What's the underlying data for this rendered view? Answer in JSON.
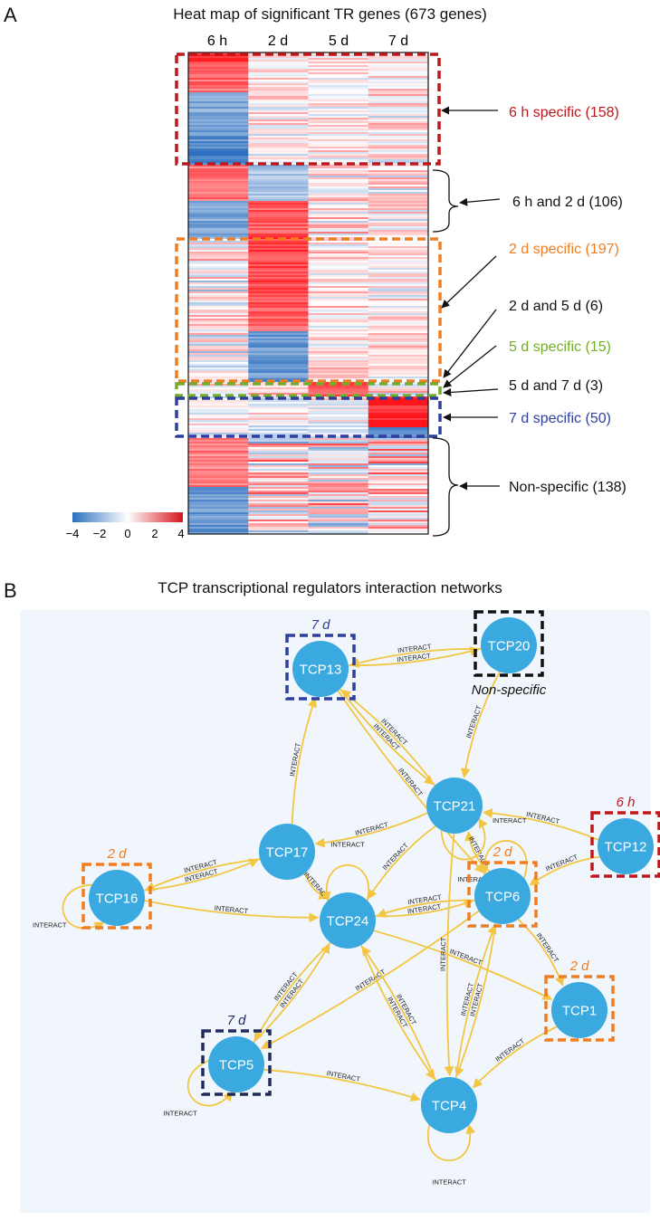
{
  "panel_a": {
    "letter": "A",
    "title": "Heat map of significant TR genes (673 genes)",
    "columns": [
      "6 h",
      "2 d",
      "5 d",
      "7 d"
    ],
    "colorbar_ticks": [
      "−4",
      "−2",
      "0",
      "2",
      "4"
    ],
    "colorbar_colors": {
      "low": "#2c6fbf",
      "mid": "#ffffff",
      "high": "#d6141b"
    },
    "clusters": [
      {
        "id": "c6h",
        "label": "6 h specific (158)",
        "color": "#c0171c",
        "box": "dashed"
      },
      {
        "id": "c6h2d",
        "label": "6 h and 2 d (106)",
        "color": "#111111",
        "box": "brace"
      },
      {
        "id": "c2d",
        "label": "2 d specific (197)",
        "color": "#ef7d22",
        "box": "dashed"
      },
      {
        "id": "c2d5d",
        "label": "2 d and 5 d (6)",
        "color": "#111111",
        "box": "none"
      },
      {
        "id": "c5d",
        "label": "5 d specific (15)",
        "color": "#72ae2a",
        "box": "dashed"
      },
      {
        "id": "c5d7d",
        "label": "5 d and 7 d (3)",
        "color": "#111111",
        "box": "none"
      },
      {
        "id": "c7d",
        "label": "7 d specific (50)",
        "color": "#2e3f9e",
        "box": "dashed"
      },
      {
        "id": "cns",
        "label": "Non-specific (138)",
        "color": "#111111",
        "box": "brace"
      }
    ]
  },
  "panel_b": {
    "letter": "B",
    "title": "TCP transcriptional regulators interaction networks",
    "edge_label": "INTERACT",
    "node_color": "#3aa9e0",
    "edge_color": "#f2c542",
    "background": "#f1f6fc",
    "nodes": [
      {
        "id": "TCP20",
        "label": "TCP20",
        "tag": "Non-specific",
        "tag_color": "#111111"
      },
      {
        "id": "TCP13",
        "label": "TCP13",
        "tag": "7 d",
        "tag_color": "#2e3f9e"
      },
      {
        "id": "TCP21",
        "label": "TCP21",
        "tag": "",
        "tag_color": ""
      },
      {
        "id": "TCP12",
        "label": "TCP12",
        "tag": "6 h",
        "tag_color": "#c0171c"
      },
      {
        "id": "TCP17",
        "label": "TCP17",
        "tag": "",
        "tag_color": ""
      },
      {
        "id": "TCP6",
        "label": "TCP6",
        "tag": "2 d",
        "tag_color": "#ef7d22"
      },
      {
        "id": "TCP16",
        "label": "TCP16",
        "tag": "2 d",
        "tag_color": "#ef7d22"
      },
      {
        "id": "TCP24",
        "label": "TCP24",
        "tag": "",
        "tag_color": ""
      },
      {
        "id": "TCP1",
        "label": "TCP1",
        "tag": "2 d",
        "tag_color": "#ef7d22"
      },
      {
        "id": "TCP5",
        "label": "TCP5",
        "tag": "7 d",
        "tag_color": "#1f2a5e"
      },
      {
        "id": "TCP4",
        "label": "TCP4",
        "tag": "",
        "tag_color": ""
      }
    ],
    "edges": [
      [
        "TCP13",
        "TCP20"
      ],
      [
        "TCP20",
        "TCP13"
      ],
      [
        "TCP20",
        "TCP21"
      ],
      [
        "TCP13",
        "TCP21"
      ],
      [
        "TCP21",
        "TCP13"
      ],
      [
        "TCP13",
        "TCP6"
      ],
      [
        "TCP17",
        "TCP13"
      ],
      [
        "TCP21",
        "TCP17"
      ],
      [
        "TCP12",
        "TCP21"
      ],
      [
        "TCP12",
        "TCP6"
      ],
      [
        "TCP21",
        "TCP24"
      ],
      [
        "TCP16",
        "TCP17"
      ],
      [
        "TCP17",
        "TCP16"
      ],
      [
        "TCP17",
        "TCP24"
      ],
      [
        "TCP16",
        "TCP24"
      ],
      [
        "TCP24",
        "TCP6"
      ],
      [
        "TCP6",
        "TCP24"
      ],
      [
        "TCP6",
        "TCP21"
      ],
      [
        "TCP6",
        "TCP5"
      ],
      [
        "TCP6",
        "TCP4"
      ],
      [
        "TCP4",
        "TCP6"
      ],
      [
        "TCP6",
        "TCP1"
      ],
      [
        "TCP24",
        "TCP1"
      ],
      [
        "TCP24",
        "TCP5"
      ],
      [
        "TCP5",
        "TCP24"
      ],
      [
        "TCP24",
        "TCP4"
      ],
      [
        "TCP4",
        "TCP24"
      ],
      [
        "TCP5",
        "TCP4"
      ],
      [
        "TCP1",
        "TCP4"
      ],
      [
        "TCP21",
        "TCP4"
      ]
    ],
    "self_loops": [
      "TCP16",
      "TCP24",
      "TCP6",
      "TCP21",
      "TCP5",
      "TCP4"
    ]
  }
}
